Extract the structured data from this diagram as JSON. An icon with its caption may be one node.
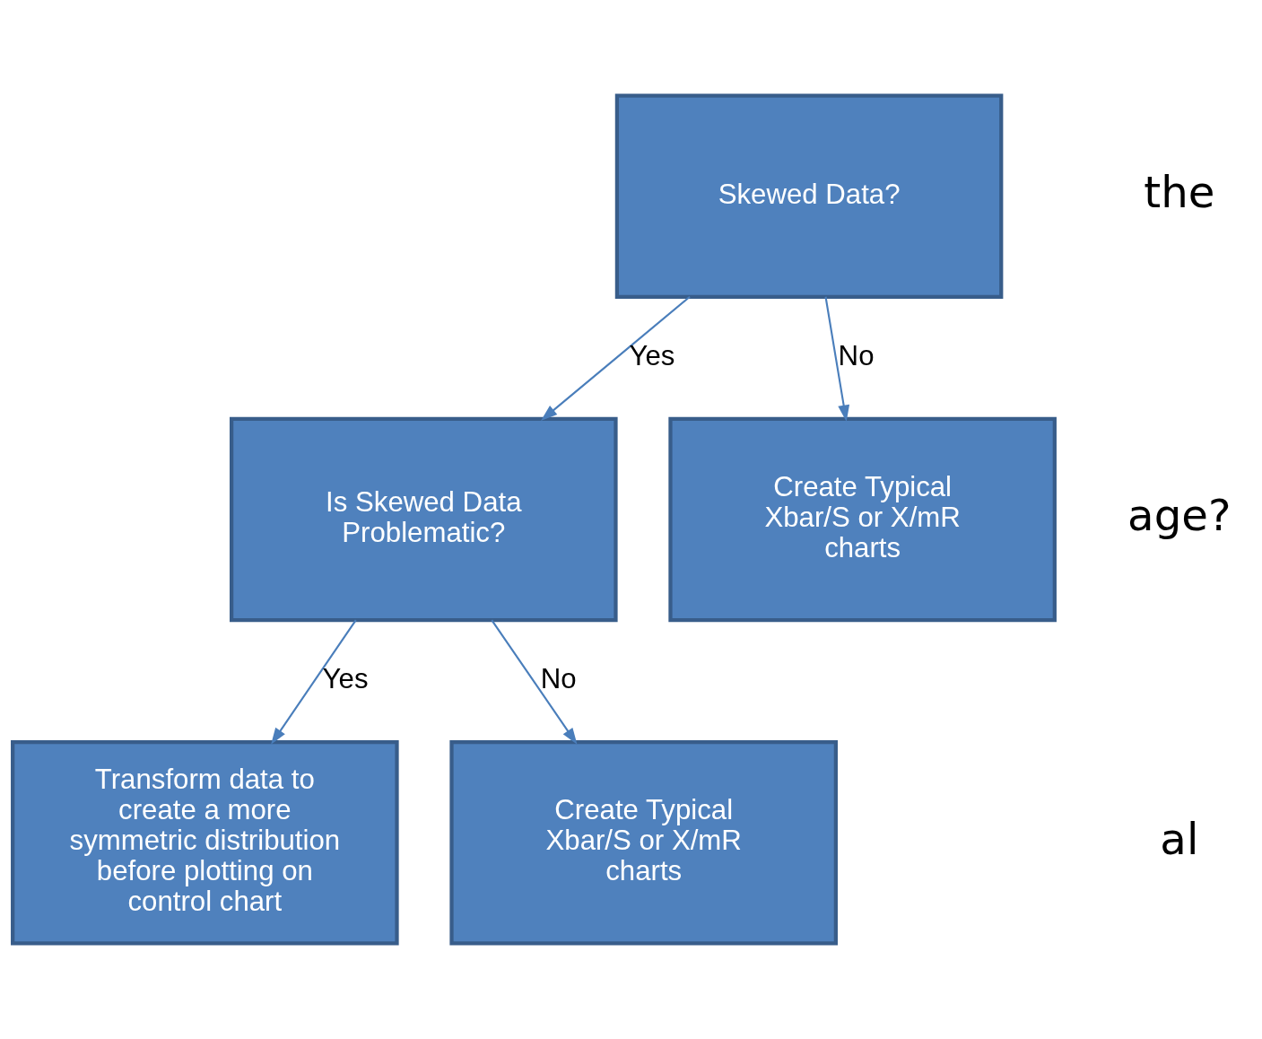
{
  "diagram": {
    "nodes": [
      {
        "text": [
          "Skewed Data?"
        ]
      },
      {
        "text": [
          "Is Skewed Data Problematic?"
        ]
      },
      {
        "text": [
          "Create Typical Xbar/S or X/mR charts"
        ]
      },
      {
        "text": [
          "Transform data to create a more symmetric distribution before plotting on control chart"
        ]
      },
      {
        "text": [
          "Create Typical Xbar/S or X/mR charts"
        ]
      }
    ],
    "edges": [
      {
        "from": 0,
        "to": 1,
        "arrow": "to",
        "label": "Yes"
      },
      {
        "from": 0,
        "to": 2,
        "arrow": "to",
        "label": "No"
      },
      {
        "from": 1,
        "to": 3,
        "arrow": "to",
        "label": "Yes"
      },
      {
        "from": 1,
        "to": 4,
        "arrow": "to",
        "label": "No"
      }
    ],
    "labels": [
      "the",
      "age?",
      "al"
    ]
  }
}
